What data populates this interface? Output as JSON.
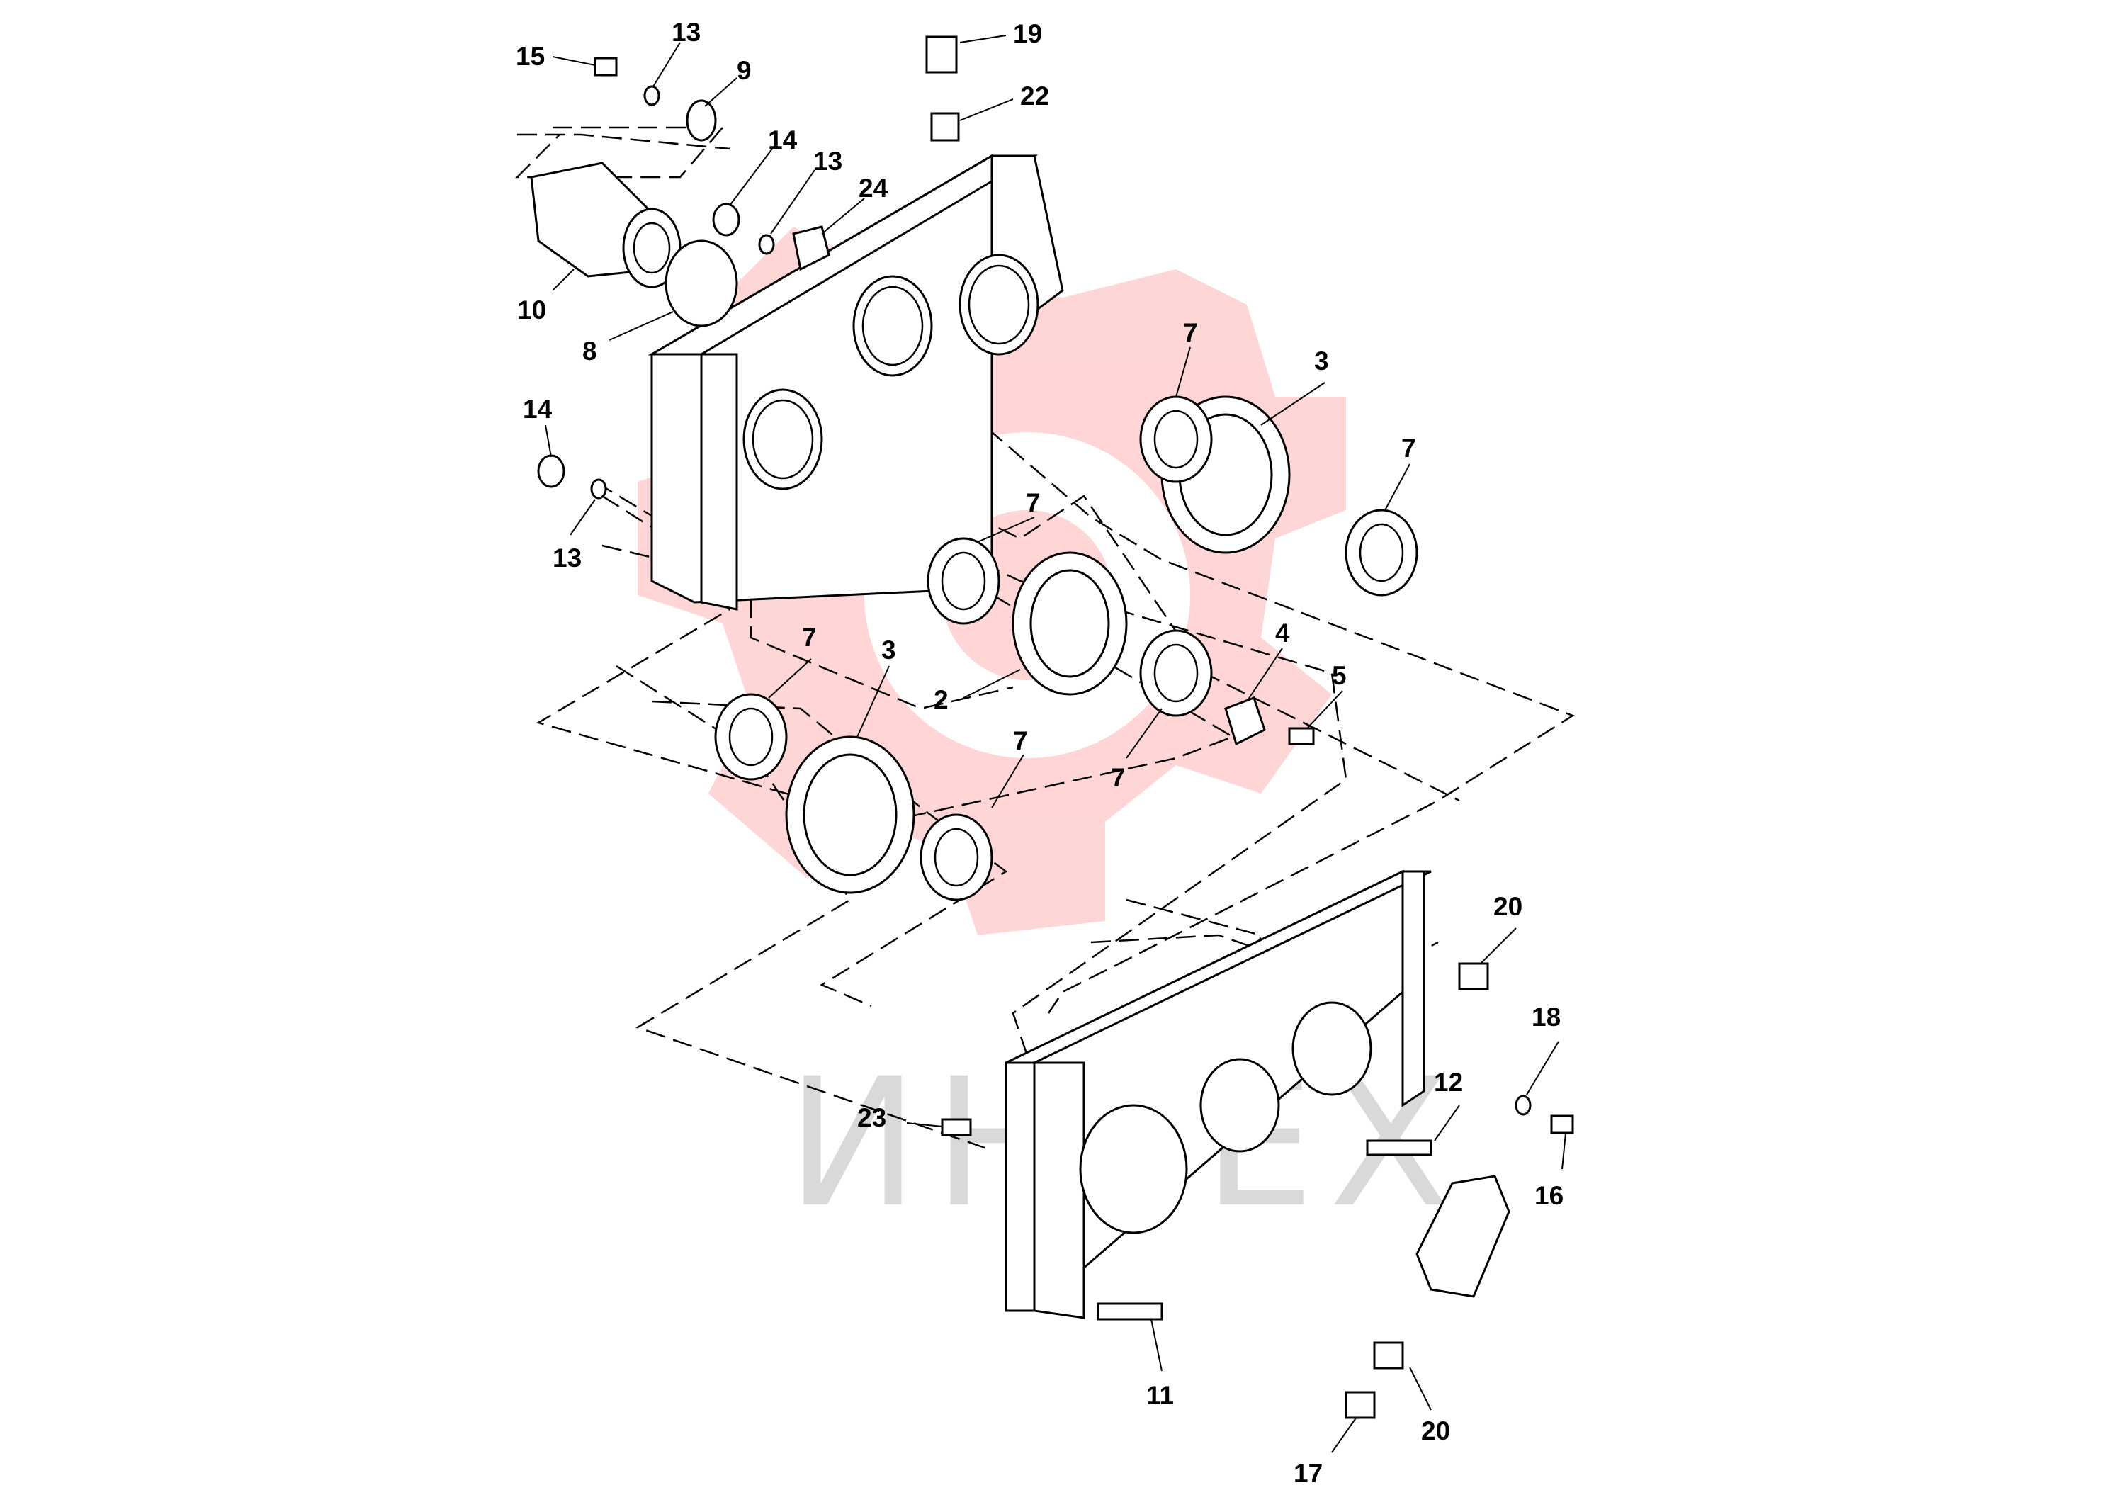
{
  "watermark": {
    "text": "ИНТЕХ",
    "logo_color": "#ff5a5a",
    "text_color": "#d9d9d9"
  },
  "callouts": [
    {
      "id": "c15",
      "label": "15"
    },
    {
      "id": "c13a",
      "label": "13"
    },
    {
      "id": "c9",
      "label": "9"
    },
    {
      "id": "c19",
      "label": "19"
    },
    {
      "id": "c22",
      "label": "22"
    },
    {
      "id": "c14a",
      "label": "14"
    },
    {
      "id": "c13b",
      "label": "13"
    },
    {
      "id": "c24",
      "label": "24"
    },
    {
      "id": "c10",
      "label": "10"
    },
    {
      "id": "c8",
      "label": "8"
    },
    {
      "id": "c7a",
      "label": "7"
    },
    {
      "id": "c3a",
      "label": "3"
    },
    {
      "id": "c7b",
      "label": "7"
    },
    {
      "id": "c14b",
      "label": "14"
    },
    {
      "id": "c13c",
      "label": "13"
    },
    {
      "id": "c7c",
      "label": "7"
    },
    {
      "id": "c7d",
      "label": "7"
    },
    {
      "id": "c3b",
      "label": "3"
    },
    {
      "id": "c4",
      "label": "4"
    },
    {
      "id": "c5",
      "label": "5"
    },
    {
      "id": "c2",
      "label": "2"
    },
    {
      "id": "c7e",
      "label": "7"
    },
    {
      "id": "c7f",
      "label": "7"
    },
    {
      "id": "c20a",
      "label": "20"
    },
    {
      "id": "c18",
      "label": "18"
    },
    {
      "id": "c12",
      "label": "12"
    },
    {
      "id": "c23",
      "label": "23"
    },
    {
      "id": "c16",
      "label": "16"
    },
    {
      "id": "c11",
      "label": "11"
    },
    {
      "id": "c20b",
      "label": "20"
    },
    {
      "id": "c17",
      "label": "17"
    }
  ]
}
